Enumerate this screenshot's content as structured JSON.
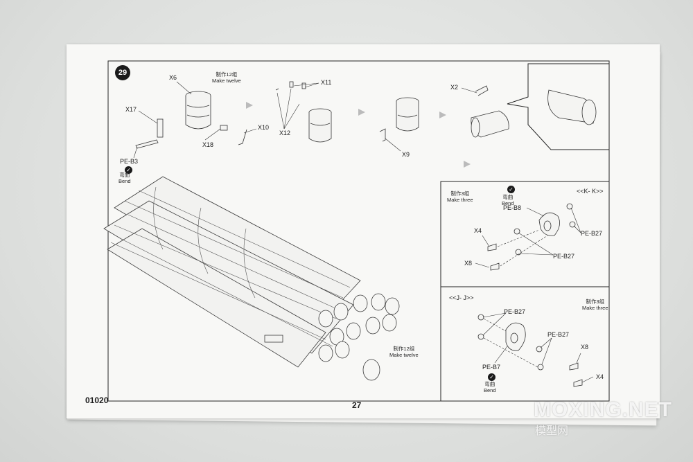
{
  "page": {
    "kit_number": "01020",
    "page_number": "27",
    "step_number": "29"
  },
  "step": {
    "top_note_cn": "制作12组",
    "top_note_en": "Make twelve",
    "bottom_note_cn": "制作12组",
    "bottom_note_en": "Make twelve",
    "parts": {
      "x6": "X6",
      "x17": "X17",
      "pe_b3": "PE-B3",
      "x18": "X18",
      "x10": "X10",
      "x11": "X11",
      "x12": "X12",
      "x9": "X9",
      "x2": "X2"
    },
    "bend_cn": "弯曲",
    "bend_en": "Bend"
  },
  "detail_k": {
    "title": "<<K- K>>",
    "note_cn": "制作3组",
    "note_en": "Make three",
    "bend_cn": "弯曲",
    "bend_en": "Bend",
    "parts": {
      "pe_b8": "PE-B8",
      "pe_b27_a": "PE-B27",
      "pe_b27_b": "PE-B27",
      "x4": "X4",
      "x8": "X8"
    }
  },
  "detail_j": {
    "title": "<<J- J>>",
    "note_cn": "制作3组",
    "note_en": "Make three",
    "bend_cn": "弯曲",
    "bend_en": "Bend",
    "parts": {
      "pe_b27_a": "PE-B27",
      "pe_b27_b": "PE-B27",
      "x8": "X8",
      "pe_b7": "PE-B7",
      "x4": "X4"
    }
  },
  "watermark": {
    "main": "MOXING.NET",
    "sub": "模型网"
  },
  "colors": {
    "paper": "#f8f8f6",
    "ink": "#1e1e1e",
    "background": "#e4e6e4"
  }
}
